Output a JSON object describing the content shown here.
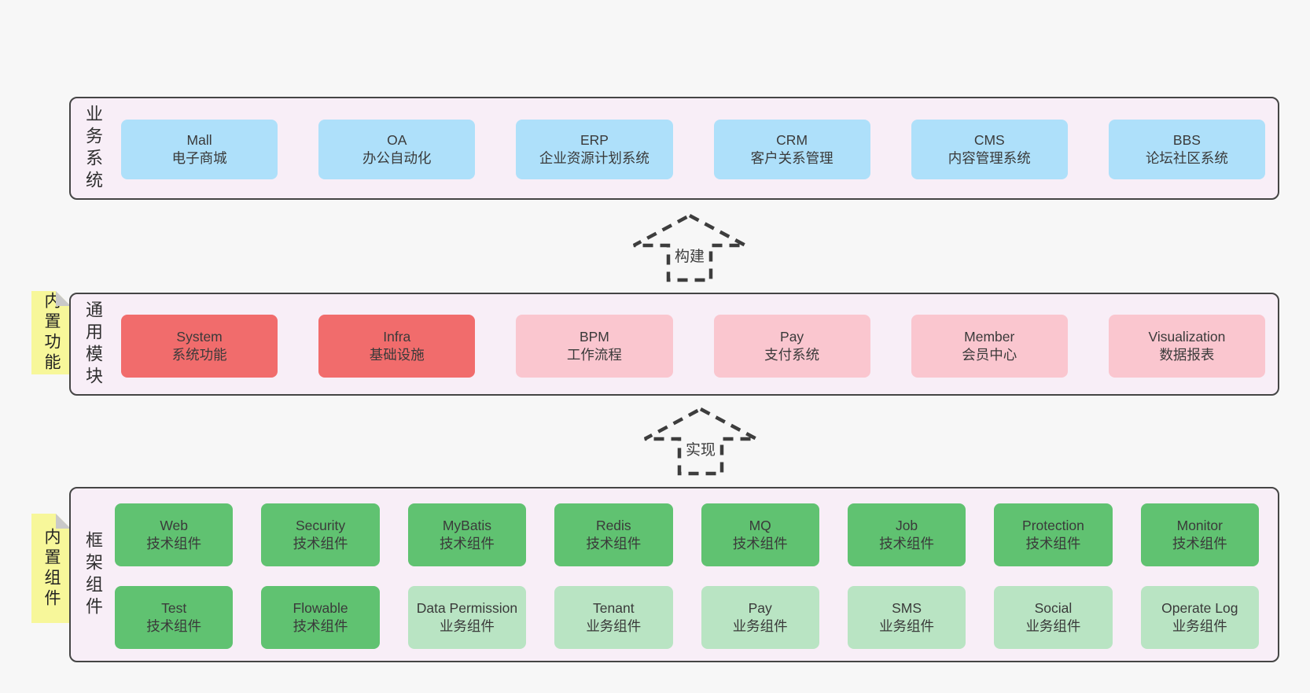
{
  "colors": {
    "page_bg": "#f7f7f7",
    "panel_bg": "#f8eef7",
    "panel_border": "#454545",
    "blue_box": "#aee0fa",
    "red_box": "#f16c6c",
    "pink_box": "#fac6cf",
    "green_box": "#60c271",
    "light_green_box": "#b9e4c3",
    "yellow_tab": "#f7f79a",
    "fold_gray": "#c9c9c9",
    "text": "#3a3a3a"
  },
  "arrows": [
    {
      "label": "构建"
    },
    {
      "label": "实现"
    }
  ],
  "sections": {
    "business": {
      "label": "业务系统",
      "boxes": [
        {
          "name": "Mall",
          "subtitle": "电子商城"
        },
        {
          "name": "OA",
          "subtitle": "办公自动化"
        },
        {
          "name": "ERP",
          "subtitle": "企业资源计划系统"
        },
        {
          "name": "CRM",
          "subtitle": "客户关系管理"
        },
        {
          "name": "CMS",
          "subtitle": "内容管理系统"
        },
        {
          "name": "BBS",
          "subtitle": "论坛社区系统"
        }
      ]
    },
    "modules": {
      "label": "通用模块",
      "tab": "内置功能",
      "boxes": [
        {
          "name": "System",
          "subtitle": "系统功能"
        },
        {
          "name": "Infra",
          "subtitle": "基础设施"
        },
        {
          "name": "BPM",
          "subtitle": "工作流程"
        },
        {
          "name": "Pay",
          "subtitle": "支付系统"
        },
        {
          "name": "Member",
          "subtitle": "会员中心"
        },
        {
          "name": "Visualization",
          "subtitle": "数据报表"
        }
      ]
    },
    "components": {
      "label": "框架组件",
      "tab": "内置组件",
      "rows": [
        [
          {
            "name": "Web",
            "subtitle": "技术组件"
          },
          {
            "name": "Security",
            "subtitle": "技术组件"
          },
          {
            "name": "MyBatis",
            "subtitle": "技术组件"
          },
          {
            "name": "Redis",
            "subtitle": "技术组件"
          },
          {
            "name": "MQ",
            "subtitle": "技术组件"
          },
          {
            "name": "Job",
            "subtitle": "技术组件"
          },
          {
            "name": "Protection",
            "subtitle": "技术组件"
          },
          {
            "name": "Monitor",
            "subtitle": "技术组件"
          }
        ],
        [
          {
            "name": "Test",
            "subtitle": "技术组件"
          },
          {
            "name": "Flowable",
            "subtitle": "技术组件"
          },
          {
            "name": "Data Permission",
            "subtitle": "业务组件"
          },
          {
            "name": "Tenant",
            "subtitle": "业务组件"
          },
          {
            "name": "Pay",
            "subtitle": "业务组件"
          },
          {
            "name": "SMS",
            "subtitle": "业务组件"
          },
          {
            "name": "Social",
            "subtitle": "业务组件"
          },
          {
            "name": "Operate Log",
            "subtitle": "业务组件"
          }
        ]
      ]
    }
  }
}
